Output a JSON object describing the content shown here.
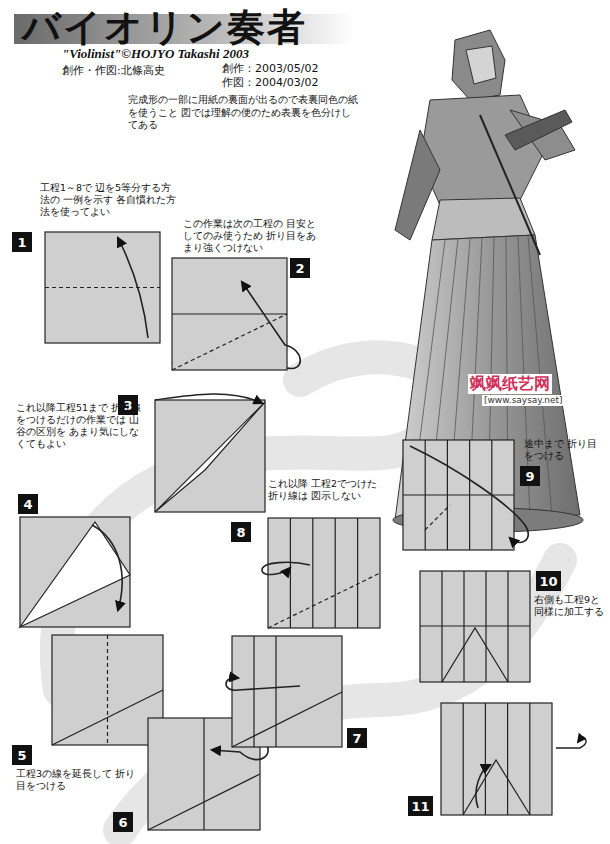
{
  "diagram": {
    "title": "バイオリン奏者",
    "nodes": [
      {
        "text": [
          "1"
        ]
      },
      {
        "text": [
          "2"
        ]
      },
      {
        "text": [
          "3"
        ]
      },
      {
        "text": [
          "4"
        ]
      },
      {
        "text": [
          "5"
        ]
      },
      {
        "text": [
          "6"
        ]
      },
      {
        "text": [
          "7"
        ]
      },
      {
        "text": [
          "8"
        ]
      },
      {
        "text": [
          "9"
        ]
      },
      {
        "text": [
          "10"
        ]
      },
      {
        "text": [
          "11"
        ]
      }
    ],
    "labels": [
      "\"Violinist\"©HOJYO Takashi 2003",
      "創作・作図:北條高史",
      "創作：2003/05/02",
      "作図：2004/03/02",
      "完成形の一部に用紙の裏面が出るので表裏同色の紙を使うこと 図では理解の便のため表裏を色分けしてある",
      "工程1～8で 辺を5等分する方法の 一例を示す 各自慣れた方法を使ってよい",
      "この作業は次の工程の 目安としてのみ使うため 折り目をあまり強くつけない",
      "これ以降工程51まで 折り線をつけるだけの作業では 山谷の区別を あまり気にしなくてもよい",
      "工程3の線を延長して 折り目をつける",
      "これ以降 工程2でつけた折り線は 図示しない",
      "途中まで 折り目をつける",
      "右側も工程9と 同様に加工する",
      "飒飒纸艺网",
      "[www.saysay.net]"
    ]
  }
}
